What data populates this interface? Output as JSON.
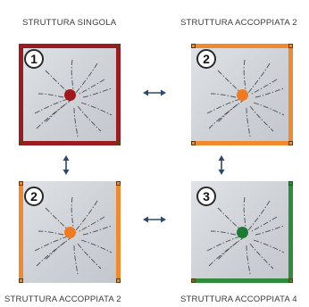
{
  "panels": [
    {
      "label": "STRUTTURA SINGOLA",
      "number": "1",
      "dot_color": "#a0181c",
      "edge_color": "#9b1b22",
      "sides": [
        "left",
        "right",
        "top",
        "bottom"
      ]
    },
    {
      "label": "STRUTTURA ACCOPPIATA 2",
      "number": "2",
      "dot_color": "#f07a22",
      "edge_color": "#f08a2e",
      "sides": [
        "right",
        "top",
        "bottom"
      ]
    },
    {
      "label": "STRUTTURA ACCOPPIATA 2",
      "number": "2",
      "dot_color": "#f07a22",
      "edge_color": "#f08a2e",
      "sides": [
        "left",
        "right"
      ]
    },
    {
      "label": "STRUTTURA ACCOPPIATA 4",
      "number": "3",
      "dot_color": "#1d7a33",
      "edge_color": "#2e8b3a",
      "sides": [
        "right",
        "bottom"
      ]
    }
  ],
  "arrow_color": "#2b4a6b"
}
